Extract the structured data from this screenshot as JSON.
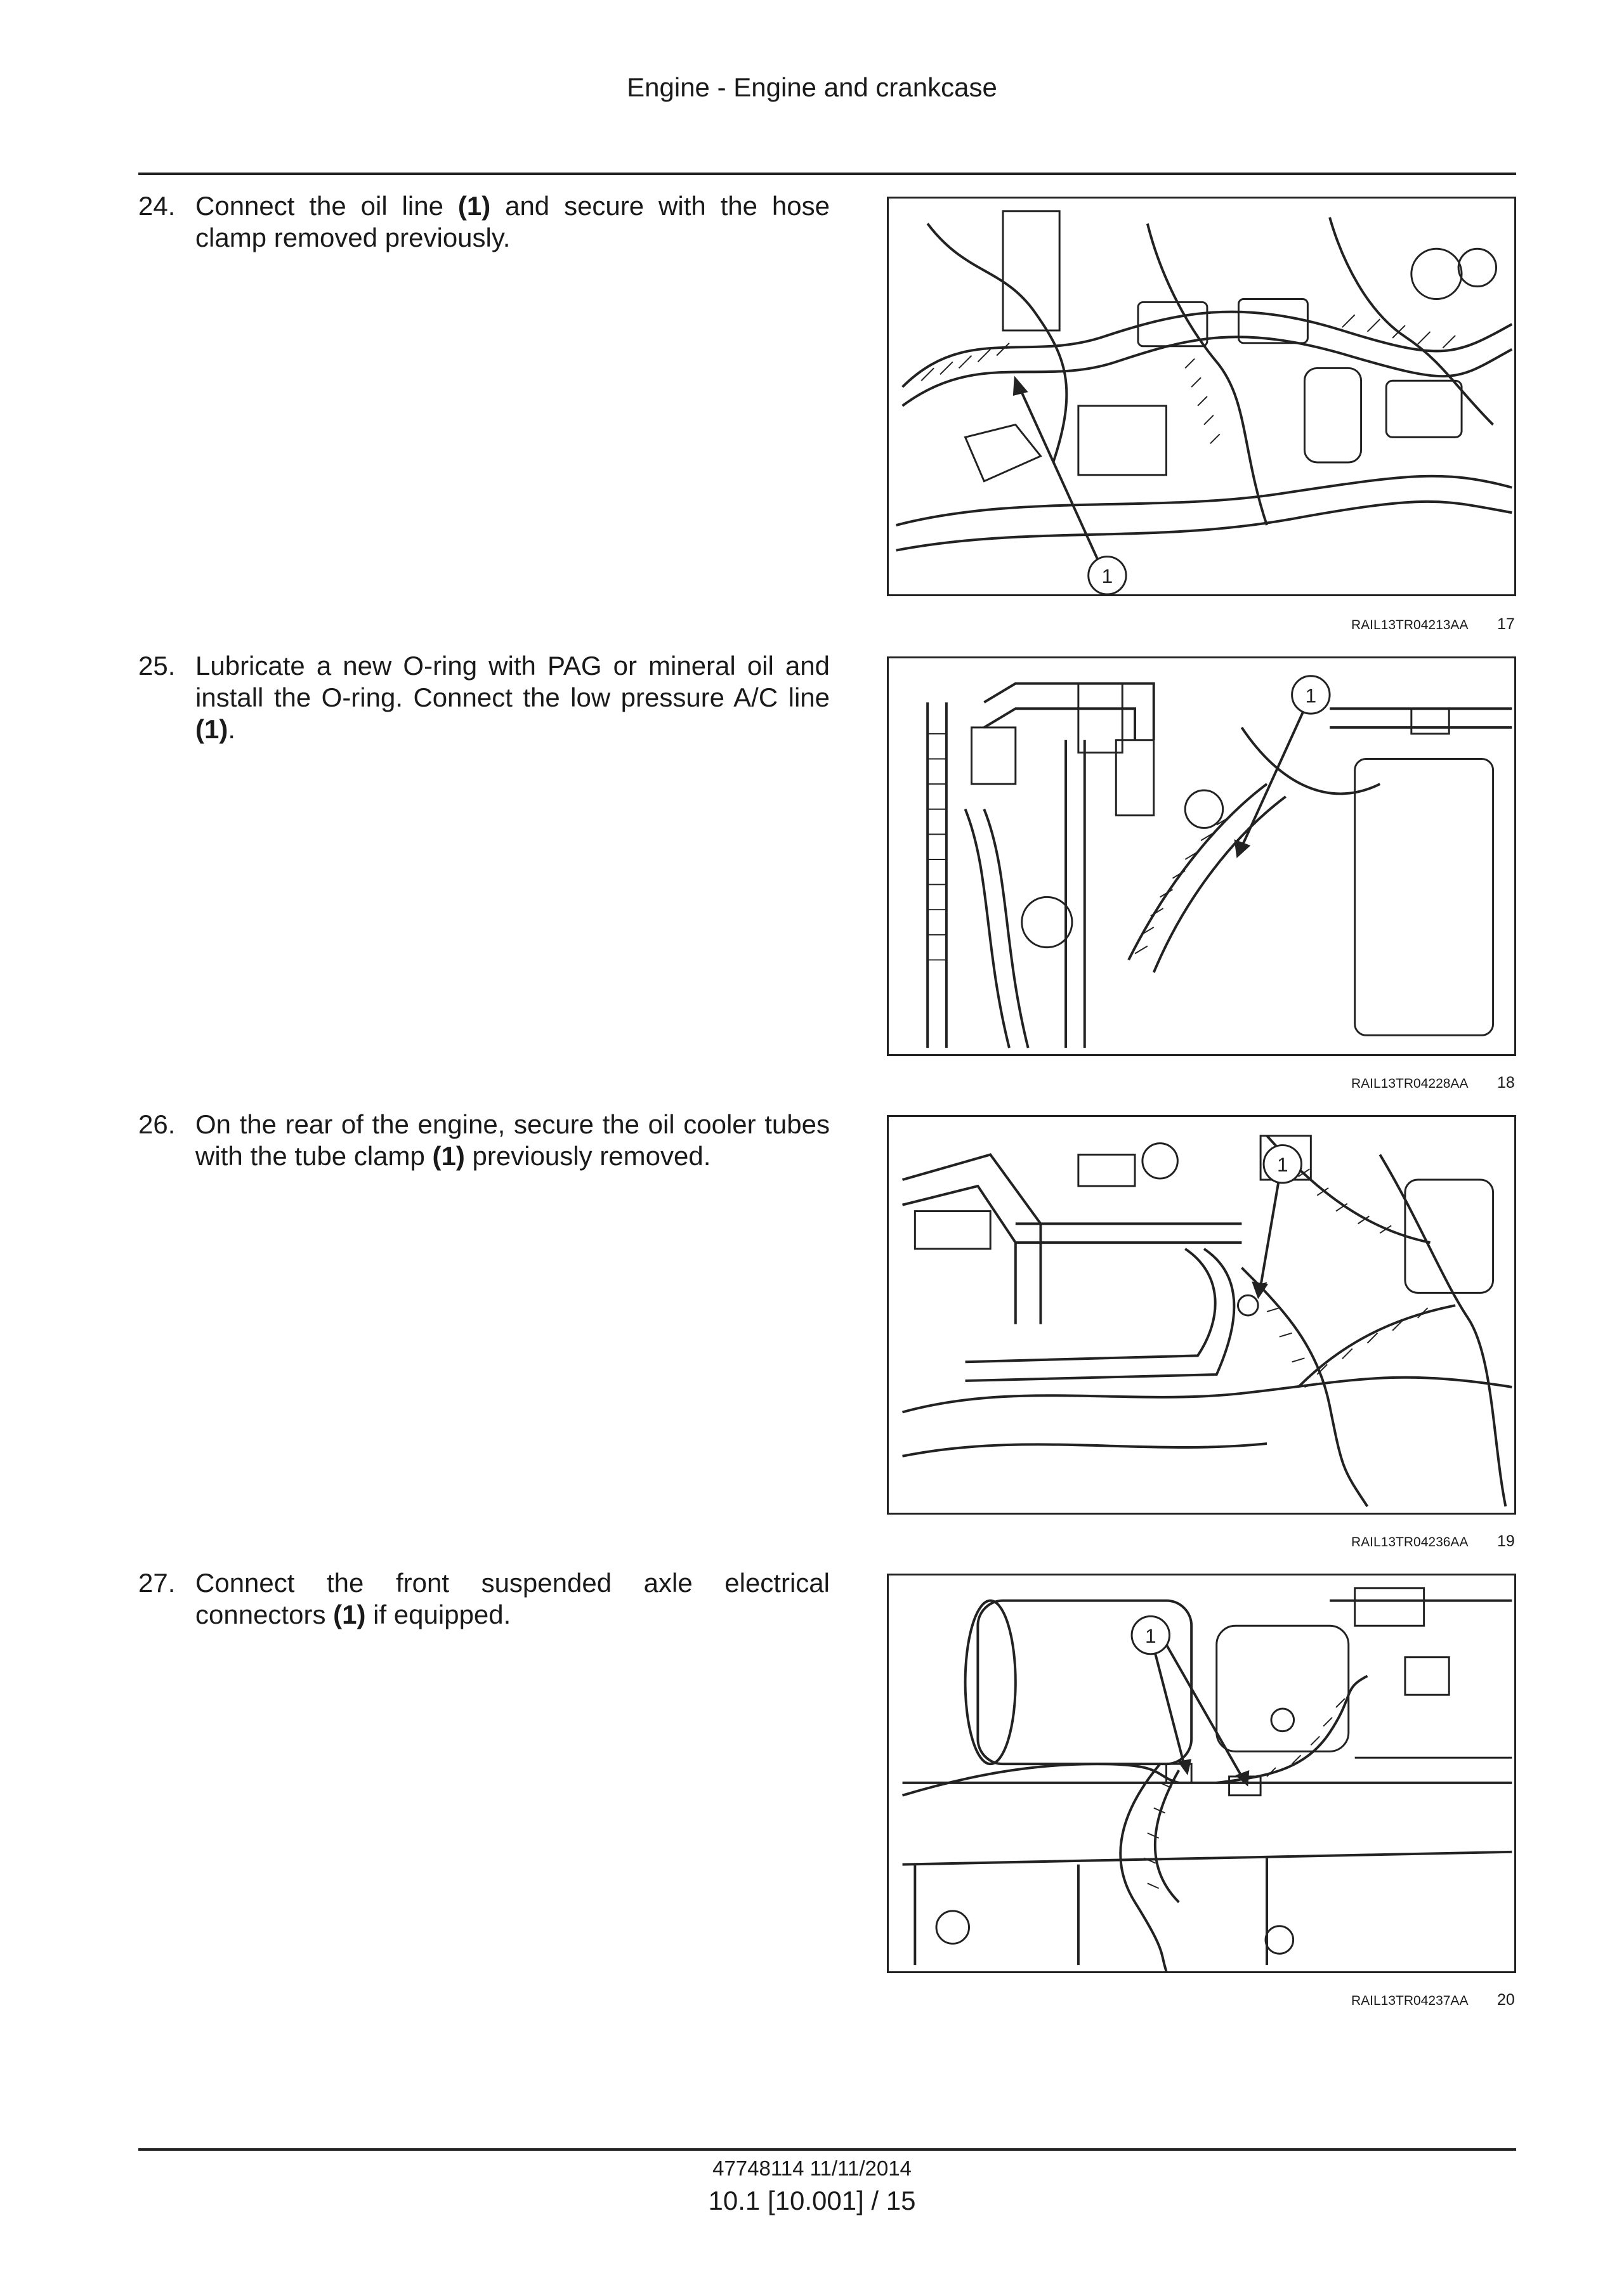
{
  "header": {
    "title": "Engine - Engine and crankcase"
  },
  "steps": [
    {
      "number": "24.",
      "parts": [
        "Connect the oil line ",
        "(1)",
        " and secure with the hose clamp removed previously."
      ],
      "figure": {
        "callout": "1",
        "ref": "RAIL13TR04213AA",
        "num": "17"
      }
    },
    {
      "number": "25.",
      "parts": [
        "Lubricate a new O-ring with PAG or mineral oil and install the O-ring. Connect the low pressure A/C line ",
        "(1)",
        "."
      ],
      "figure": {
        "callout": "1",
        "ref": "RAIL13TR04228AA",
        "num": "18"
      }
    },
    {
      "number": "26.",
      "parts": [
        "On the rear of the engine, secure the oil cooler tubes with the tube clamp ",
        "(1)",
        " previously removed."
      ],
      "figure": {
        "callout": "1",
        "ref": "RAIL13TR04236AA",
        "num": "19"
      }
    },
    {
      "number": "27.",
      "parts": [
        "Connect the front suspended axle electrical connectors ",
        "(1)",
        " if equipped."
      ],
      "figure": {
        "callout": "1",
        "ref": "RAIL13TR04237AA",
        "num": "20"
      }
    }
  ],
  "footer": {
    "doc_id": "47748114 11/11/2014",
    "page": "10.1 [10.001] / 15"
  }
}
